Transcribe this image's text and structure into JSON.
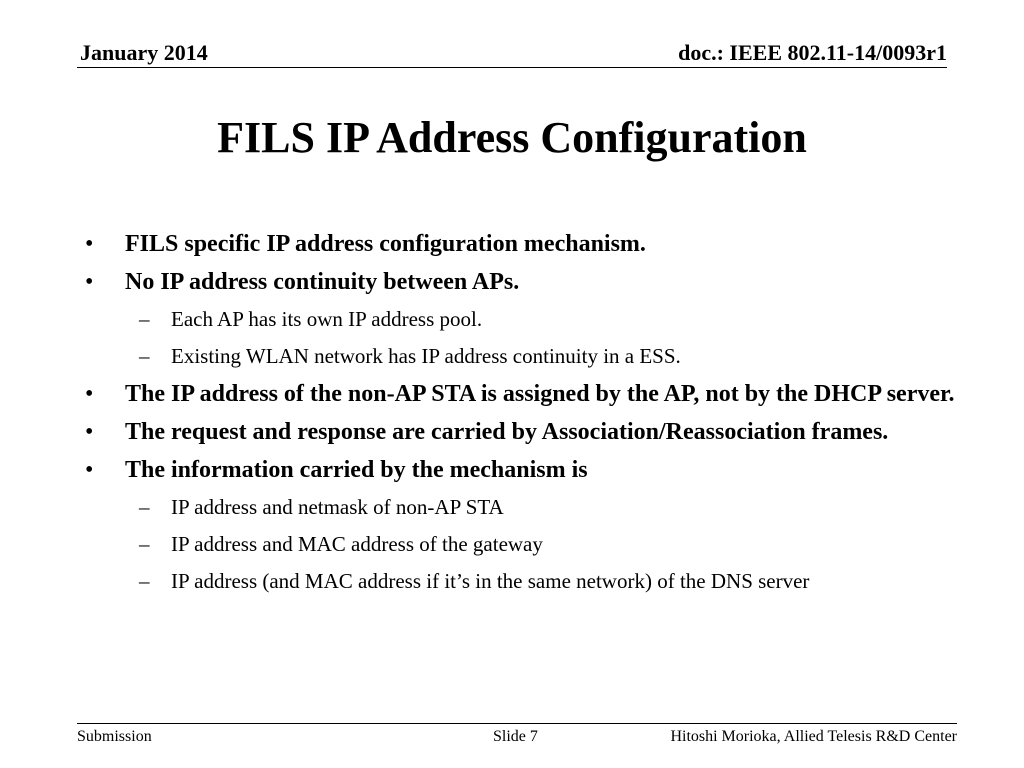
{
  "header": {
    "date": "January 2014",
    "doc_id": "doc.: IEEE 802.11-14/0093r1"
  },
  "slide": {
    "title": "FILS IP Address Configuration",
    "bullets": [
      {
        "text": "FILS specific IP address configuration mechanism.",
        "subs": []
      },
      {
        "text": "No IP address continuity between APs.",
        "subs": [
          "Each AP has its own IP address pool.",
          "Existing WLAN network has IP address continuity in a ESS."
        ]
      },
      {
        "text": "The IP address of the non-AP STA is assigned by the AP, not by the DHCP server.",
        "subs": []
      },
      {
        "text": "The request and response are carried by Association/Reassociation frames.",
        "subs": []
      },
      {
        "text": "The information carried by the mechanism is",
        "subs": [
          "IP address and netmask of non-AP STA",
          "IP address and MAC address of the gateway",
          "IP address (and MAC address if it’s in the same network) of the DNS server"
        ]
      }
    ],
    "bullet_glyph": "•",
    "sub_glyph": "–"
  },
  "footer": {
    "left": "Submission",
    "center": "Slide 7",
    "right": "Hitoshi Morioka, Allied Telesis R&D Center"
  }
}
